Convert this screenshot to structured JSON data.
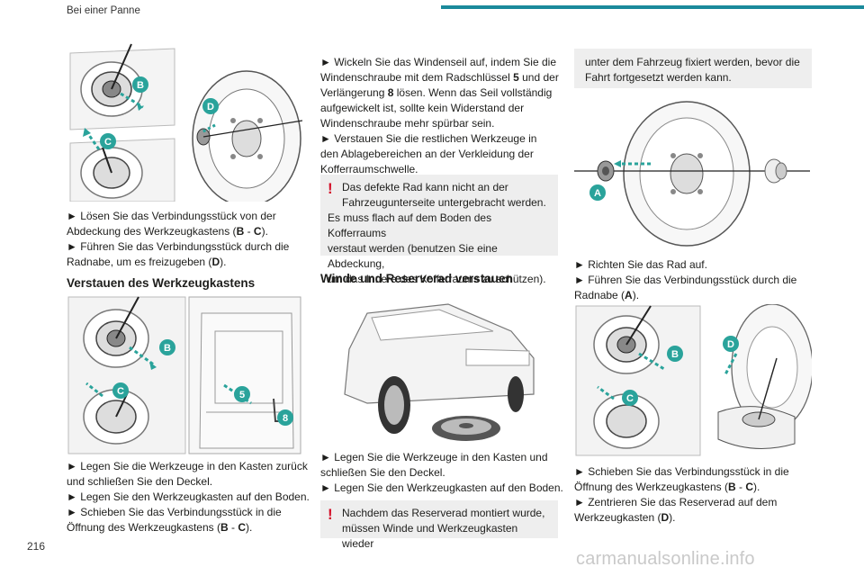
{
  "header": {
    "section": "Bei einer Panne"
  },
  "page_number": "216",
  "watermark": "carmanualsonline.info",
  "col1": {
    "fig1_labels": [
      "B",
      "C",
      "D"
    ],
    "text1": [
      [
        "► Lösen Sie das Verbindungsstück von der",
        "Abdeckung des Werkzeugkastens (",
        "B",
        " - ",
        "C",
        ")."
      ],
      [
        "► Führen Sie das Verbindungsstück durch die",
        "Radnabe, um es freizugeben (",
        "D",
        ")."
      ]
    ],
    "t1l1": "► Lösen Sie das Verbindungsstück von der",
    "t1l2a": "Abdeckung des Werkzeugkastens (",
    "t1l2b": "B",
    "t1l2c": " - ",
    "t1l2d": "C",
    "t1l2e": ").",
    "t1l3": "► Führen Sie das Verbindungsstück durch die",
    "t1l4a": "Radnabe, um es freizugeben (",
    "t1l4b": "D",
    "t1l4c": ").",
    "heading": "Verstauen des Werkzeugkastens",
    "fig2_labels": [
      "B",
      "C",
      "5",
      "8"
    ],
    "t2l1": "► Legen Sie die Werkzeuge in den Kasten zurück",
    "t2l2": "und schließen Sie den Deckel.",
    "t2l3": "► Legen Sie den Werkzeugkasten auf den Boden.",
    "t2l4": "► Schieben Sie das Verbindungsstück in die",
    "t2l5a": "Öffnung des Werkzeugkastens (",
    "t2l5b": "B",
    "t2l5c": " - ",
    "t2l5d": "C",
    "t2l5e": ")."
  },
  "col2": {
    "t1l1": "► Wickeln Sie das Windenseil auf, indem Sie die",
    "t1l2a": "Windenschraube mit dem Radschlüssel ",
    "t1l2b": "5",
    "t1l2c": " und der",
    "t1l3a": "Verlängerung ",
    "t1l3b": "8",
    "t1l3c": " lösen. Wenn das Seil vollständig",
    "t1l4": "aufgewickelt ist, sollte kein Widerstand der",
    "t1l5": "Windenschraube mehr spürbar sein.",
    "t1l6": "► Verstauen Sie die restlichen Werkzeuge in",
    "t1l7": "den Ablagebereichen an der Verkleidung der",
    "t1l8": "Kofferraumschwelle.",
    "warn1": [
      "Das defekte Rad kann nicht an der",
      "Fahrzeugunterseite untergebracht werden.",
      "Es muss flach auf dem Boden des Kofferraums",
      "verstaut werden (benutzen Sie eine Abdeckung,",
      "um das Innere des Kofferraums zu schützen)."
    ],
    "heading": "Winde und Reserverad verstauen",
    "t2l1": "► Legen Sie die Werkzeuge in den Kasten und",
    "t2l2": "schließen Sie den Deckel.",
    "t2l3": "► Legen Sie den Werkzeugkasten auf den Boden.",
    "warn2": [
      "Nachdem das Reserverad montiert wurde,",
      "müssen Winde und Werkzeugkasten wieder"
    ]
  },
  "col3": {
    "box": [
      "unter dem Fahrzeug fixiert werden, bevor die",
      "Fahrt fortgesetzt werden kann."
    ],
    "fig_label_a": "A",
    "t1l1": "► Richten Sie das Rad auf.",
    "t1l2": "► Führen Sie das Verbindungsstück durch die",
    "t1l3a": "Radnabe (",
    "t1l3b": "A",
    "t1l3c": ").",
    "fig2_labels": [
      "B",
      "C",
      "D"
    ],
    "t2l1": "► Schieben Sie das Verbindungsstück in die",
    "t2l2a": "Öffnung des Werkzeugkastens (",
    "t2l2b": "B",
    "t2l2c": " - ",
    "t2l2d": "C",
    "t2l2e": ").",
    "t2l3": "► Zentrieren Sie das Reserverad auf dem",
    "t2l4a": "Werkzeugkasten (",
    "t2l4b": "D",
    "t2l4c": ")."
  }
}
